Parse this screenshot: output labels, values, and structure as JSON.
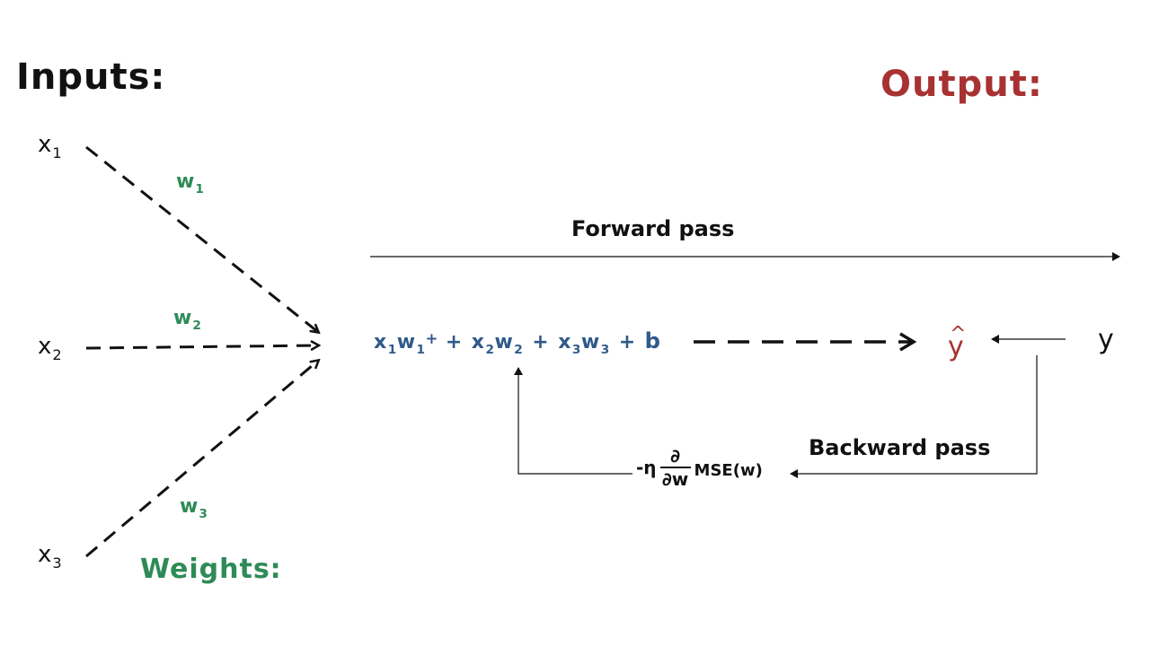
{
  "colors": {
    "black": "#111111",
    "output_red": "#a83232",
    "weight_green": "#2e8b57",
    "equation_blue": "#2f5a8a"
  },
  "labels": {
    "inputs_title": "Inputs:",
    "output_title": "Output:",
    "weights_title": "Weights:",
    "forward_pass": "Forward pass",
    "backward_pass": "Backward pass"
  },
  "inputs": [
    {
      "base": "x",
      "sub": "1"
    },
    {
      "base": "x",
      "sub": "2"
    },
    {
      "base": "x",
      "sub": "3"
    }
  ],
  "weights": [
    {
      "base": "w",
      "sub": "1"
    },
    {
      "base": "w",
      "sub": "2"
    },
    {
      "base": "w",
      "sub": "3"
    }
  ],
  "equation": {
    "x1": "x",
    "x1_sub": "1",
    "w1": "w",
    "w1_sub": "1",
    "plus_a": "+",
    "plus_b": "+",
    "x2": "x",
    "x2_sub": "2",
    "w2": "w",
    "w2_sub": "2",
    "plus_c": "+",
    "x3": "x",
    "x3_sub": "3",
    "w3": "w",
    "w3_sub": "3",
    "plus_d": "+",
    "bias": "b"
  },
  "prediction": {
    "symbol": "y",
    "hat": "^"
  },
  "target": "y",
  "gradient": {
    "minus_eta": "-η",
    "numerator": "∂",
    "denominator": "∂w",
    "function": "MSE(w)"
  }
}
